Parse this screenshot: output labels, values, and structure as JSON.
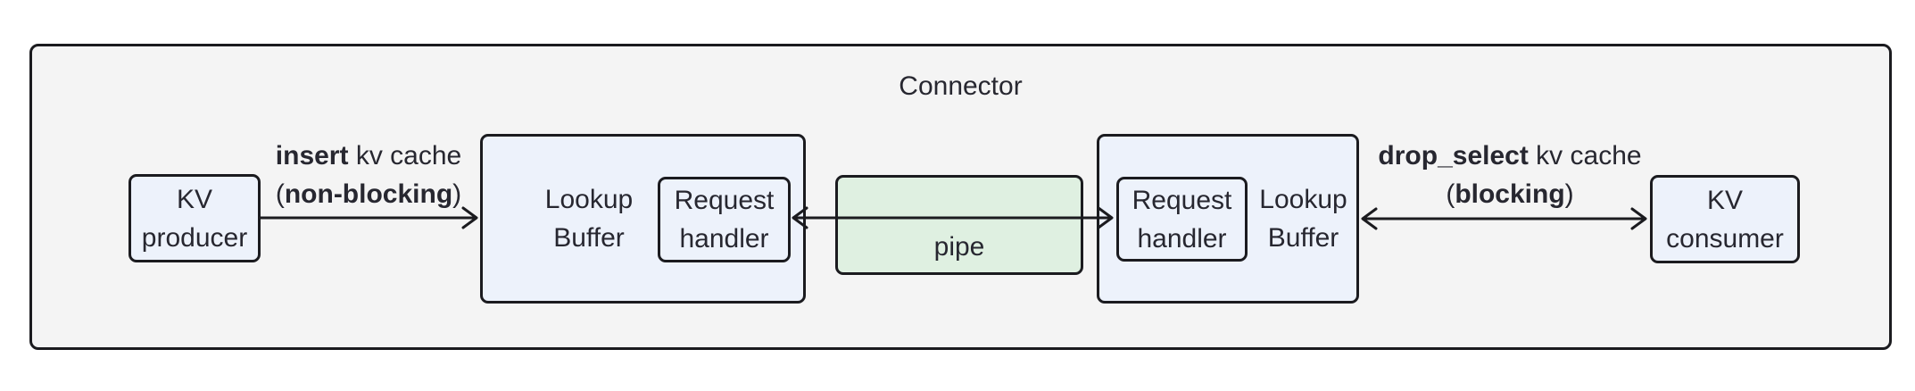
{
  "connector": {
    "title": "Connector"
  },
  "nodes": {
    "kv_producer": {
      "line1": "KV",
      "line2": "producer"
    },
    "lookup_buffer_left": {
      "line1": "Lookup",
      "line2": "Buffer"
    },
    "request_handler_left": {
      "line1": "Request",
      "line2": "handler"
    },
    "pipe": {
      "label": "pipe"
    },
    "request_handler_right": {
      "line1": "Request",
      "line2": "handler"
    },
    "lookup_buffer_right": {
      "line1": "Lookup",
      "line2": "Buffer"
    },
    "kv_consumer": {
      "line1": "KV",
      "line2": "consumer"
    }
  },
  "edges": {
    "insert": {
      "keyword": "insert",
      "text": " kv cache",
      "open_paren": "(",
      "mode": "non-blocking",
      "close_paren": ")"
    },
    "drop_select": {
      "keyword": "drop_select",
      "text": " kv cache",
      "open_paren": "(",
      "mode": "blocking",
      "close_paren": ")"
    }
  },
  "colors": {
    "node_fill": "#EDF2FB",
    "pipe_fill": "#DFF0E1",
    "outer_fill": "#F4F4F4",
    "line": "#1B1B1F",
    "text": "#272730"
  }
}
